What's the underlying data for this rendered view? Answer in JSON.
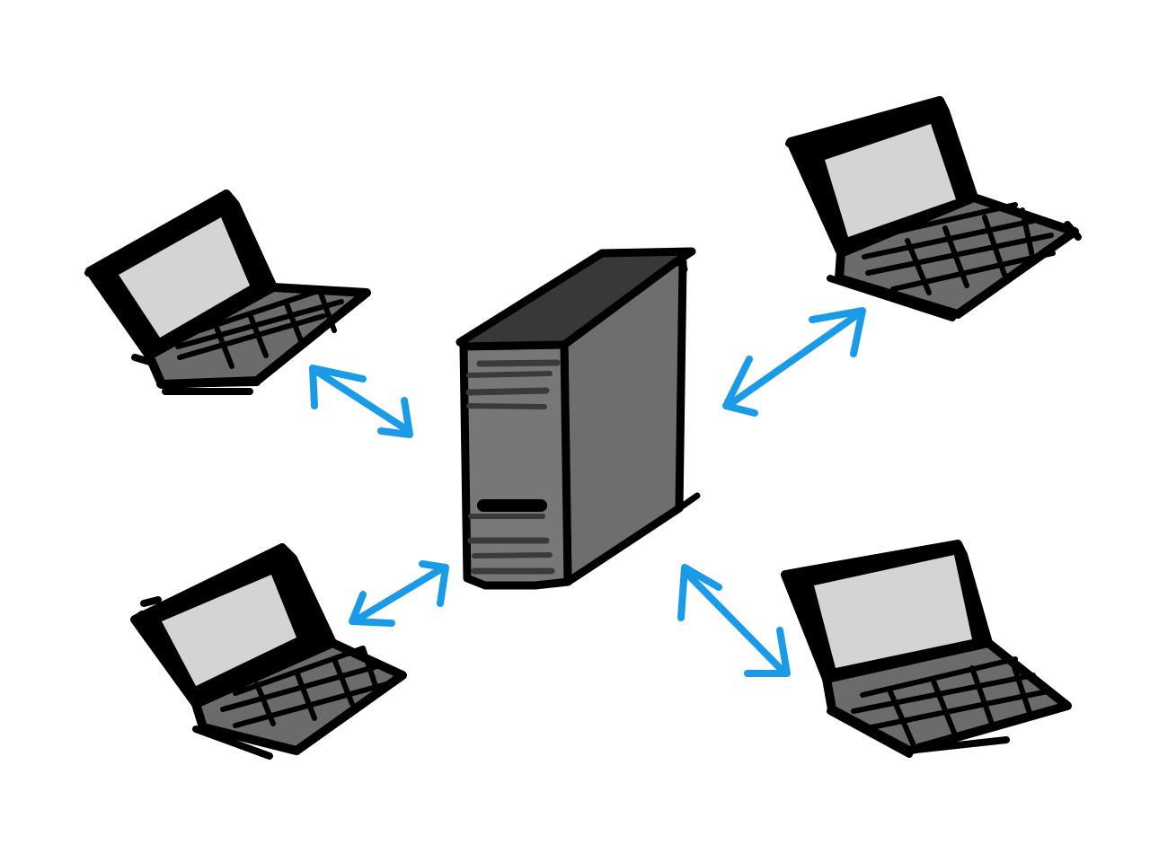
{
  "colors": {
    "background": "#ffffff",
    "outline": "#000000",
    "screen": "#d4d4d4",
    "laptop_body": "#6b6b6b",
    "key": "#000000",
    "server_top": "#383838",
    "server_front": "#777777",
    "server_side": "#6e6e6e",
    "server_slot": "#3a3a3a",
    "arrow": "#1a9be8"
  },
  "nodes": [
    {
      "id": "server",
      "kind": "server",
      "icon": "server-tower-icon"
    },
    {
      "id": "laptop-top-left",
      "kind": "laptop",
      "icon": "laptop-icon"
    },
    {
      "id": "laptop-top-right",
      "kind": "laptop",
      "icon": "laptop-icon"
    },
    {
      "id": "laptop-bottom-left",
      "kind": "laptop",
      "icon": "laptop-icon"
    },
    {
      "id": "laptop-bottom-right",
      "kind": "laptop",
      "icon": "laptop-icon"
    }
  ],
  "edges": [
    {
      "from": "server",
      "to": "laptop-top-left",
      "direction": "bidirectional"
    },
    {
      "from": "server",
      "to": "laptop-top-right",
      "direction": "bidirectional"
    },
    {
      "from": "server",
      "to": "laptop-bottom-left",
      "direction": "bidirectional"
    },
    {
      "from": "server",
      "to": "laptop-bottom-right",
      "direction": "bidirectional"
    }
  ]
}
